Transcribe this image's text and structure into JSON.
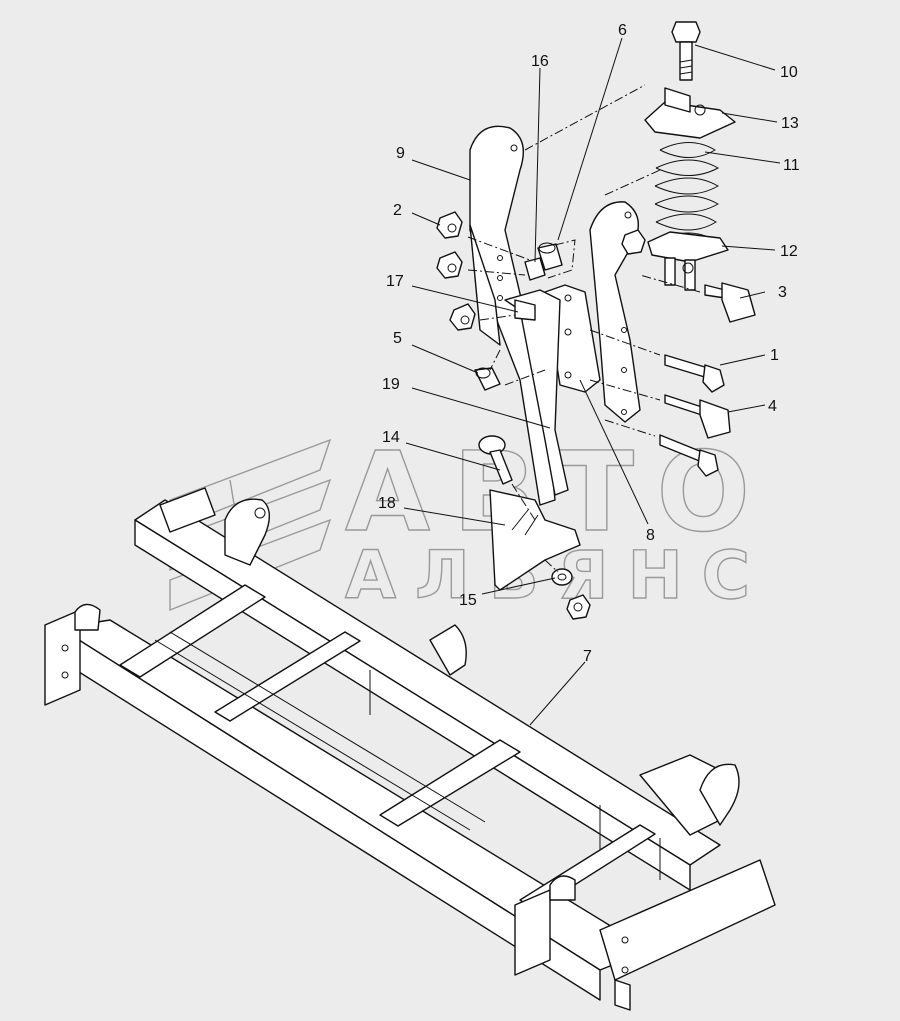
{
  "watermark": {
    "line1": "АВТО",
    "line2": "АЛЬЯНС"
  },
  "parts": [
    {
      "label": "1",
      "name": "bolt"
    },
    {
      "label": "2",
      "name": "nut"
    },
    {
      "label": "3",
      "name": "bolt"
    },
    {
      "label": "4",
      "name": "bolt"
    },
    {
      "label": "5",
      "name": "bushing"
    },
    {
      "label": "6",
      "name": "bushing"
    },
    {
      "label": "7",
      "name": "frame"
    },
    {
      "label": "8",
      "name": "plate"
    },
    {
      "label": "9",
      "name": "bracket"
    },
    {
      "label": "10",
      "name": "bolt"
    },
    {
      "label": "11",
      "name": "spring"
    },
    {
      "label": "12",
      "name": "spring-seat"
    },
    {
      "label": "13",
      "name": "spring-cap"
    },
    {
      "label": "14",
      "name": "bolt"
    },
    {
      "label": "15",
      "name": "washer"
    },
    {
      "label": "16",
      "name": "bushing"
    },
    {
      "label": "17",
      "name": "bolt"
    },
    {
      "label": "18",
      "name": "share"
    },
    {
      "label": "19",
      "name": "tine"
    }
  ]
}
